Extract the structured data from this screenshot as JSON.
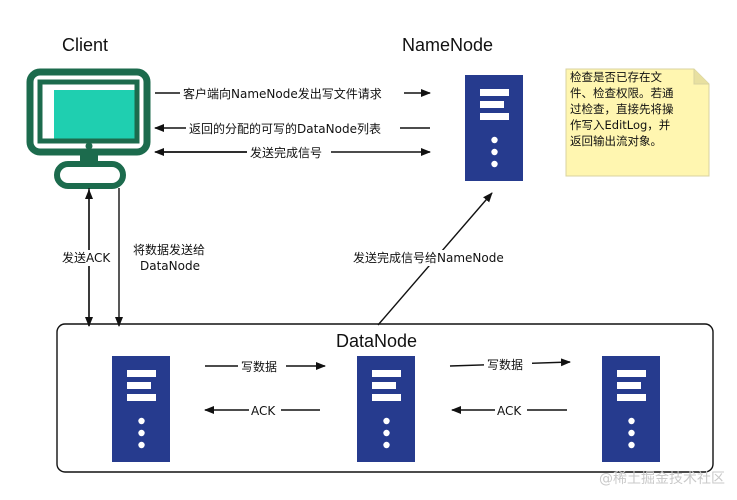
{
  "titles": {
    "client": "Client",
    "namenode": "NameNode",
    "datanode": "DataNode"
  },
  "arrows": {
    "client_request": "客户端向NameNode发出写文件请求",
    "return_datanodes": "返回的分配的可写的DataNode列表",
    "send_complete": "发送完成信号",
    "send_ack": "发送ACK",
    "send_data_line1": "将数据发送给",
    "send_data_line2": "DataNode",
    "complete_to_namenode": "发送完成信号给NameNode",
    "write_data": "写数据",
    "ack": "ACK"
  },
  "note": {
    "lines": [
      "检查是否已存在文",
      "件、检查权限。若通",
      "过检查，直接先将操",
      "作写入EditLog，并",
      "返回输出流对象。"
    ],
    "color": "#fff6b0"
  },
  "watermark": "@稀土掘金技术社区",
  "colors": {
    "server": "#263b8e",
    "client_frame": "#1c6b4d",
    "client_screen": "#1fcfb0"
  }
}
